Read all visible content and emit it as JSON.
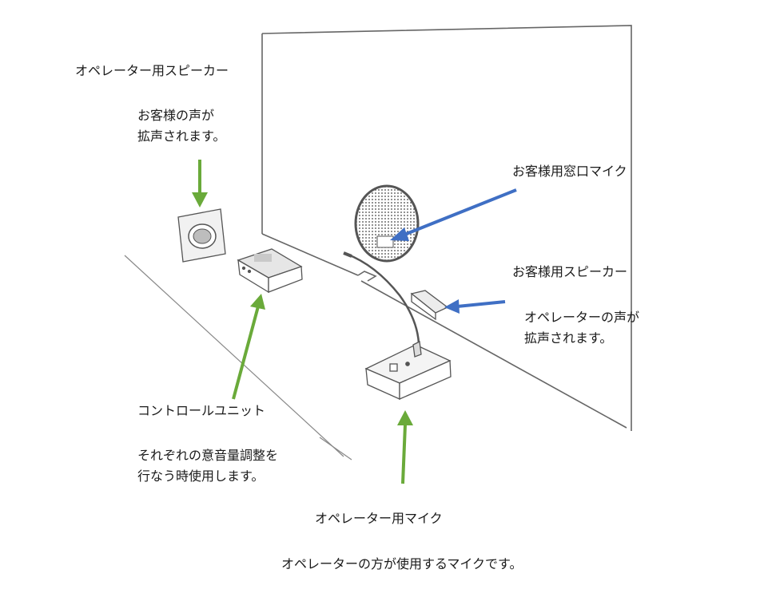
{
  "labels": {
    "operator_speaker": {
      "title": "オペレーター用スピーカー",
      "desc_line1": "お客様の声が",
      "desc_line2": "拡声されます。"
    },
    "customer_window_mic": {
      "title": "お客様用窓口マイク"
    },
    "customer_speaker": {
      "title": "お客様用スピーカー",
      "desc_line1": "オペレーターの声が",
      "desc_line2": "拡声されます。"
    },
    "control_unit": {
      "title": "コントロールユニット",
      "desc_line1": "それぞれの意音量調整を",
      "desc_line2": "行なう時使用します。"
    },
    "operator_mic": {
      "title": "オペレーター用マイク",
      "desc": "オペレーターの方が使用するマイクです。"
    }
  },
  "colors": {
    "green_arrow": "#6aaa3a",
    "blue_arrow": "#3f6fc4",
    "line_art": "#666666"
  }
}
